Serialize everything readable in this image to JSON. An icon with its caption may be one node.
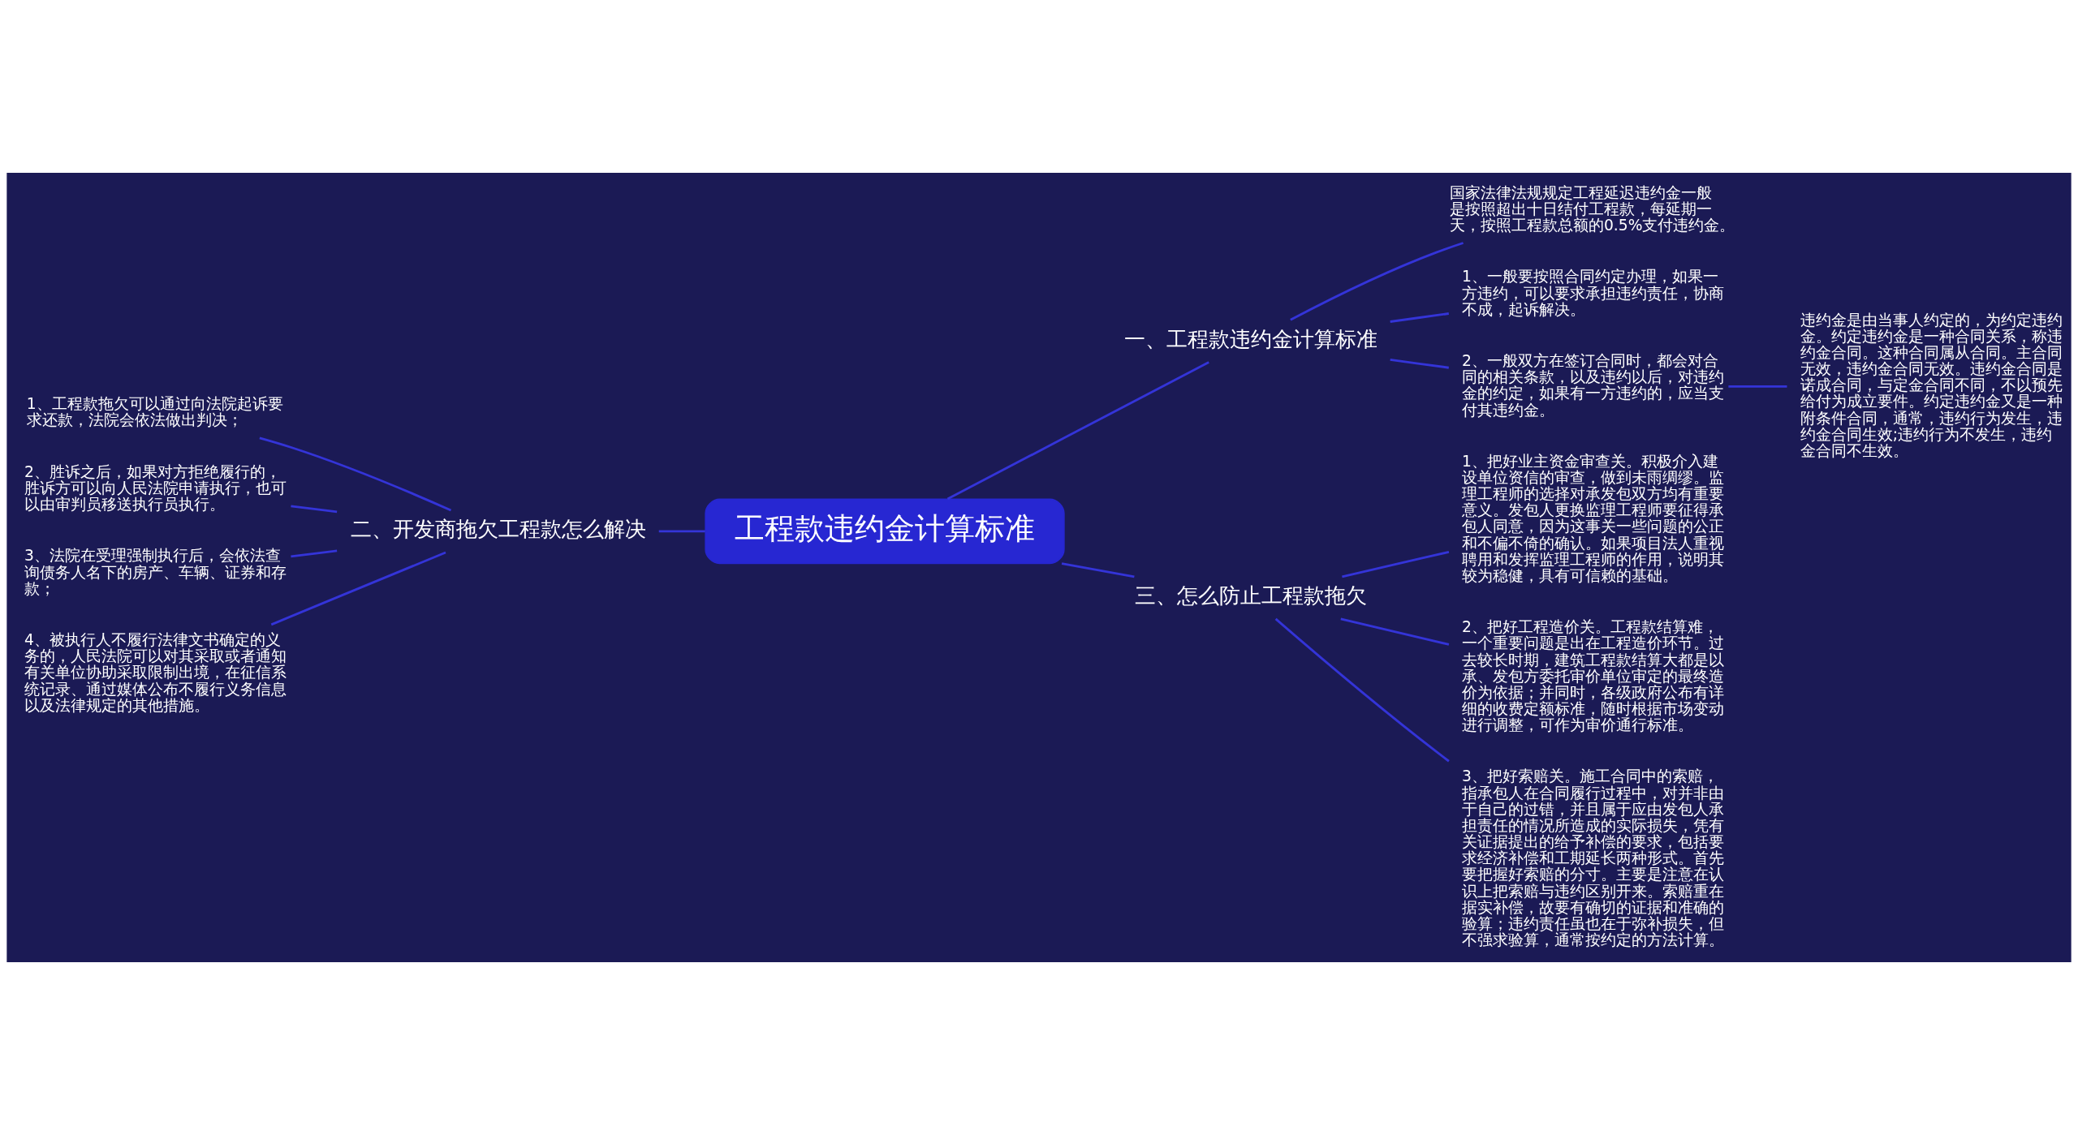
{
  "diagram": {
    "nodes": [
      {
        "text": [
          "工程款违约金计算标准"
        ]
      },
      {
        "text": [
          "一、工程款违约金计算标准"
        ]
      },
      {
        "text": [
          "国家法律法规规定工程延迟违约金一般是按照超出十日结付工程款，每延期一天，按照工程款总额的0.5%支付违约金。"
        ]
      },
      {
        "text": [
          "1、一般要按照合同约定办理，如果一方违约，可以要求承担违约责任，协商不成，起诉解决。"
        ]
      },
      {
        "text": [
          "2、一般双方在签订合同时，都会对合同的相关条款，以及违约以后，对违约金的约定，如果有一方违约的，应当支付其违约金。"
        ]
      },
      {
        "text": [
          "违约金是由当事人约定的，为约定违约金。约定违约金是一种合同关系，称违约金合同。这种合同属从合同。主合同无效，违约金合同无效。违约金合同是诺成合同，与定金合同不同，不以预先给付为成立要件。约定违约金又是一种附条件合同，通常，违约行为发生，违约金合同生效;违约行为不发生，违约金合同不生效。"
        ]
      },
      {
        "text": [
          "二、开发商拖欠工程款怎么解决"
        ]
      },
      {
        "text": [
          "1、工程款拖欠可以通过向法院起诉要求还款，法院会依法做出判决；"
        ]
      },
      {
        "text": [
          "2、胜诉之后，如果对方拒绝履行的，胜诉方可以向人民法院申请执行，也可以由审判员移送执行员执行。"
        ]
      },
      {
        "text": [
          "3、法院在受理强制执行后，会依法查询债务人名下的房产、车辆、证券和存款；"
        ]
      },
      {
        "text": [
          "4、被执行人不履行法律文书确定的义务的，人民法院可以对其采取或者通知有关单位协助采取限制出境，在征信系统记录、通过媒体公布不履行义务信息以及法律规定的其他措施。"
        ]
      },
      {
        "text": [
          "三、怎么防止工程款拖欠"
        ]
      },
      {
        "text": [
          "1、把好业主资金审查关。积极介入建设单位资信的审查，做到未雨绸缪。监理工程师的选择对承发包双方均有重要意义。发包人更换监理工程师要征得承包人同意，因为这事关一些问题的公正和不偏不倚的确认。如果项目法人重视聘用和发挥监理工程师的作用，说明其较为稳健，具有可信赖的基础。"
        ]
      },
      {
        "text": [
          "2、把好工程造价关。工程款结算难，一个重要问题是出在工程造价环节。过去较长时期，建筑工程款结算大都是以承、发包方委托审价单位审定的最终造价为依据；并同时，各级政府公布有详细的收费定额标准，随时根据市场变动进行调整，可作为审价通行标准。"
        ]
      },
      {
        "text": [
          "3、把好索赔关。施工合同中的索赔，指承包人在合同履行过程中，对并非由于自己的过错，并且属于应由发包人承担责任的情况所造成的实际损失，凭有关证据提出的给予补偿的要求，包括要求经济补偿和工期延长两种形式。首先要把握好索赔的分寸。主要是注意在认识上把索赔与违约区别开来。索赔重在据实补偿，故要有确切的证据和准确的验算；违约责任虽也在于弥补损失，但不强求验算，通常按约定的方法计算。"
        ]
      }
    ],
    "edges": [
      {
        "from": 0,
        "to": 1,
        "arrow": "none"
      },
      {
        "from": 1,
        "to": 2,
        "arrow": "none"
      },
      {
        "from": 1,
        "to": 3,
        "arrow": "none"
      },
      {
        "from": 1,
        "to": 4,
        "arrow": "none"
      },
      {
        "from": 4,
        "to": 5,
        "arrow": "none"
      },
      {
        "from": 6,
        "to": 0,
        "arrow": "none"
      },
      {
        "from": 7,
        "to": 6,
        "arrow": "none"
      },
      {
        "from": 8,
        "to": 6,
        "arrow": "none"
      },
      {
        "from": 9,
        "to": 6,
        "arrow": "none"
      },
      {
        "from": 10,
        "to": 6,
        "arrow": "none"
      },
      {
        "from": 0,
        "to": 11,
        "arrow": "none"
      },
      {
        "from": 11,
        "to": 12,
        "arrow": "none"
      },
      {
        "from": 11,
        "to": 13,
        "arrow": "none"
      },
      {
        "from": 11,
        "to": 14,
        "arrow": "none"
      }
    ]
  }
}
